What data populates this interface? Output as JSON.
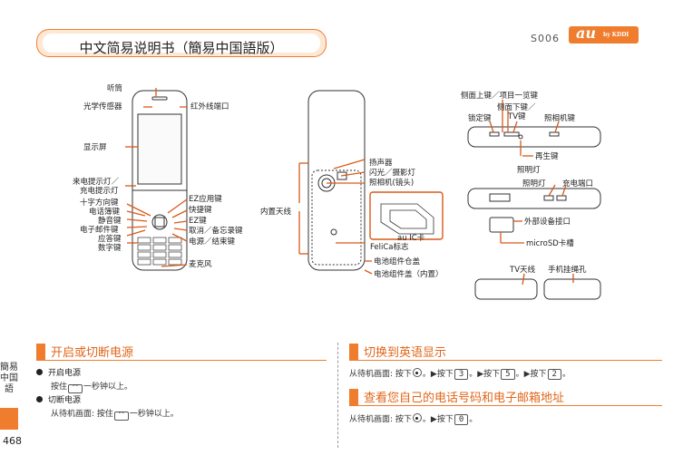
{
  "header": {
    "title": "中文简易说明书（簡易中国語版）",
    "model": "S006",
    "logo_main": "au",
    "logo_sub": "by KDDI"
  },
  "diagram_labels": {
    "front": [
      "听筒",
      "光学传感器",
      "红外线端口",
      "显示屏",
      "来电提示灯／",
      "充电提示灯",
      "十字方向键",
      "电话簿键",
      "静音键",
      "电子邮件键",
      "应答键",
      "数字键",
      "EZ应用键",
      "快捷键",
      "EZ键",
      "取消／备忘录键",
      "电源／结束键",
      "麦克风"
    ],
    "back": [
      "扬声器",
      "闪光／摄影灯",
      "照相机(镜头)",
      "内置天线",
      "au IC卡",
      "FeliCa标志",
      "电池组件仓盖",
      "电池组件盖（内置）"
    ],
    "side": [
      "侧面上键／项目一览键",
      "侧面下键／",
      "TV键",
      "锁定键",
      "照相机键",
      "再生键",
      "照明灯",
      "照明灯",
      "充电端口",
      "外部设备接口",
      "microSD卡槽",
      "TV天线",
      "手机挂绳孔"
    ]
  },
  "sidebar": {
    "tab_text": "簡易中国語",
    "page_number": "468"
  },
  "sections": {
    "power": {
      "title": "开启或切断电源",
      "on_title": "开启电源",
      "on_text_pre": "按住",
      "on_key": "⌒",
      "on_text_post": "一秒钟以上。",
      "off_title": "切断电源",
      "off_text_pre": "从待机画面: 按住",
      "off_key": "⌒",
      "off_text_post": "一秒钟以上。"
    },
    "english": {
      "title": "切换到英语显示",
      "text_pre": "从待机画面: 按下",
      "arrow1": "。▶按下",
      "key1": "3",
      "arrow2": "。▶按下",
      "key2": "5",
      "arrow3": "。▶按下",
      "key3": "2",
      "end": "。"
    },
    "number": {
      "title": "查看您自己的电话号码和电子邮箱地址",
      "text_pre": "从待机画面: 按下",
      "arrow1": "。▶按下",
      "key1": "0",
      "end": "。"
    }
  },
  "colors": {
    "accent": "#ef7d2d",
    "accent_light": "#fde8d6",
    "heading_text": "#e0661a"
  }
}
